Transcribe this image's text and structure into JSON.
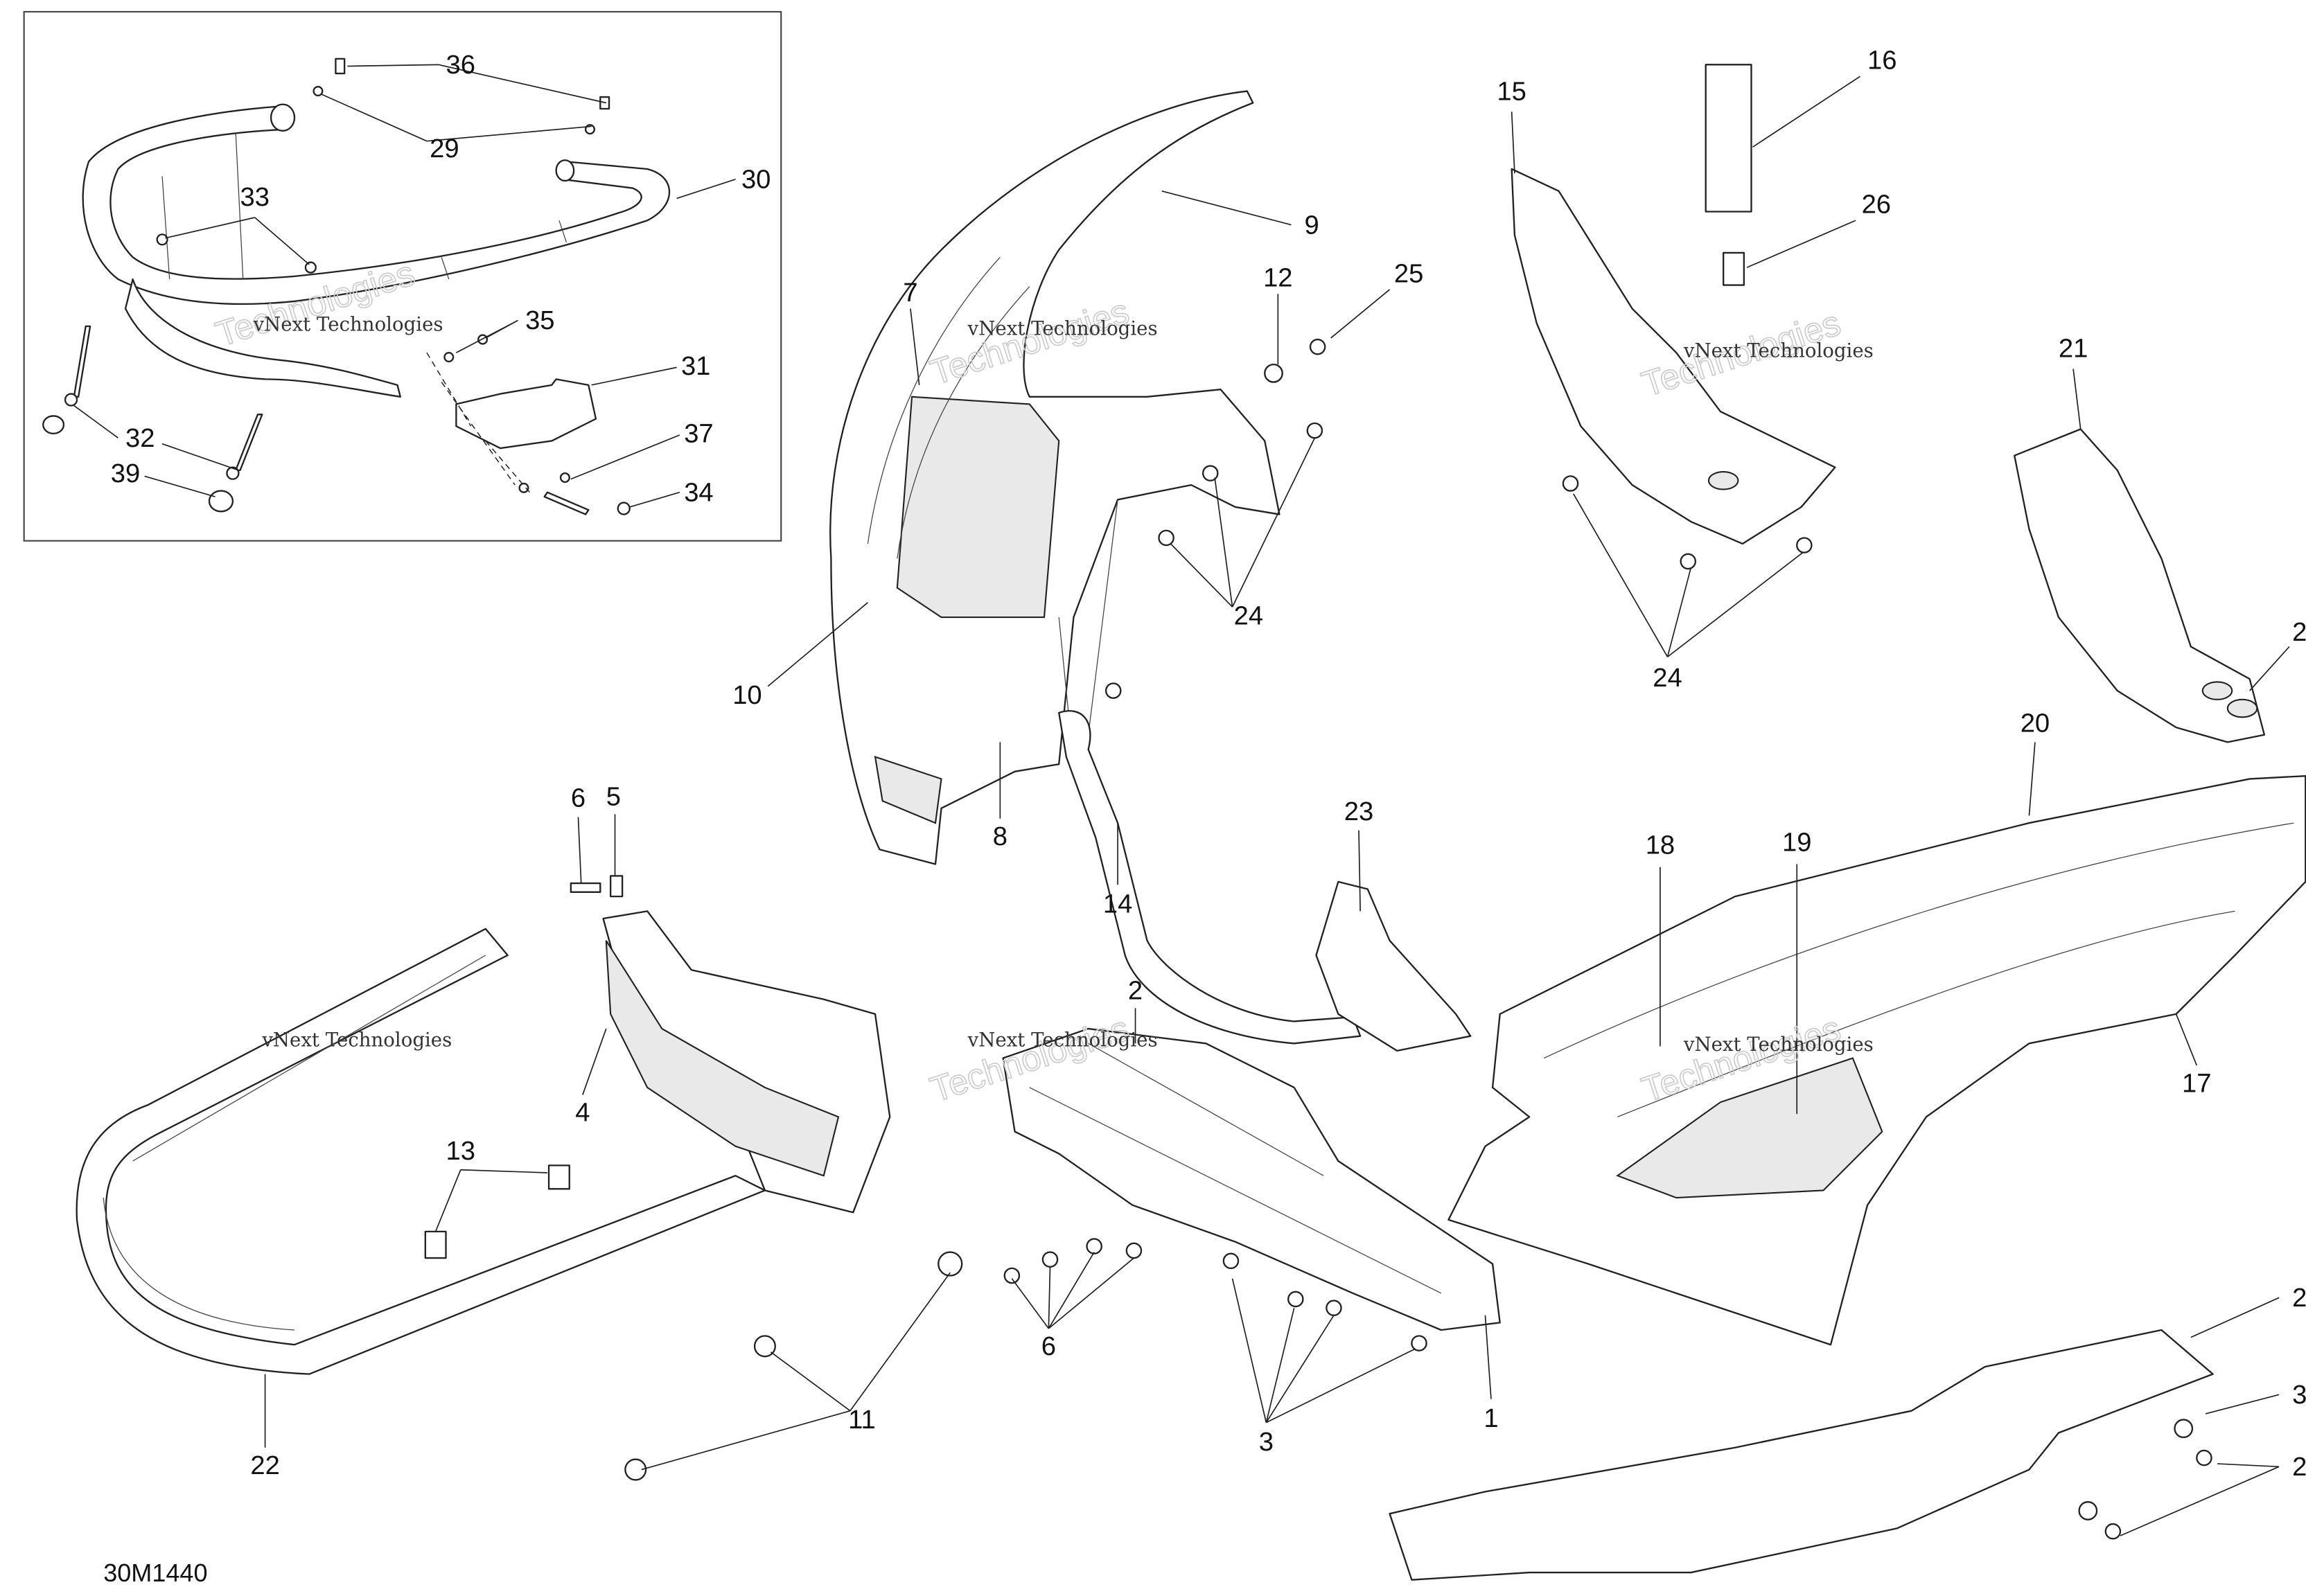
{
  "diagram": {
    "drawing_code": "30M1440",
    "watermark": [
      "vNext",
      "Technologies",
      "vNext Technologies"
    ],
    "callouts": {
      "c36": "36",
      "c29": "29",
      "c30": "30",
      "c33": "33",
      "c35": "35",
      "c31": "31",
      "c37": "37",
      "c32": "32",
      "c34": "34",
      "c39": "39",
      "c9": "9",
      "c7": "7",
      "c12": "12",
      "c25": "25",
      "c10": "10",
      "c24a": "24",
      "c8": "8",
      "c14": "14",
      "c16": "16",
      "c15": "15",
      "c26": "26",
      "c24b": "24",
      "c21": "21",
      "c2a": "2",
      "c20": "20",
      "c18": "18",
      "c19": "19",
      "c23": "23",
      "c17": "17",
      "c6a": "6",
      "c5": "5",
      "c4": "4",
      "c13": "13",
      "c22": "22",
      "c11": "11",
      "c2b": "2",
      "c6b": "6",
      "c3a": "3",
      "c1": "1",
      "c2c": "2",
      "c3b": "3",
      "c2d": "2"
    }
  }
}
